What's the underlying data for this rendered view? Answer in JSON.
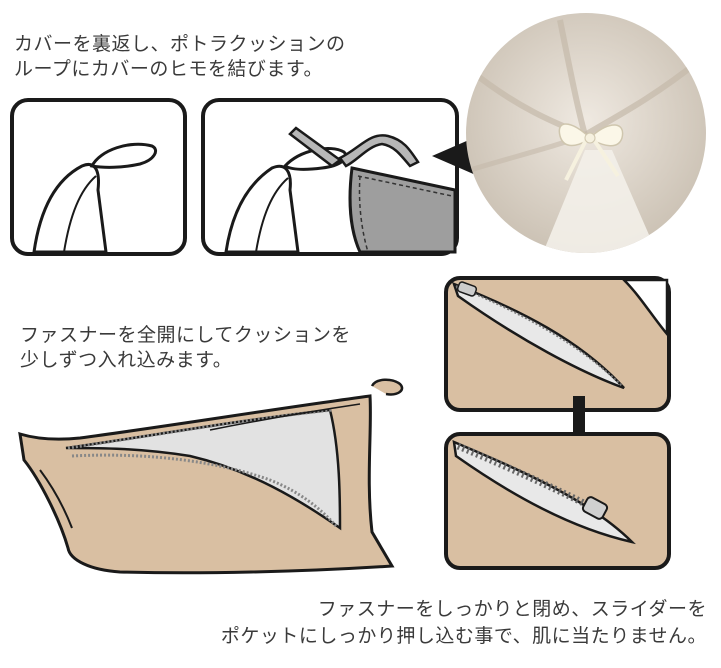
{
  "instructions": {
    "step1": {
      "line1": "カバーを裏返し、ポトラクッションの",
      "line2": "ループにカバーのヒモを結びます。"
    },
    "step2": {
      "line1": "ファスナーを全開にしてクッションを",
      "line2": "少しずつ入れ込みます。"
    },
    "step3": {
      "line1": "ファスナーをしっかりと閉め、スライダーを",
      "line2": "ポケットにしっかり押し込む事で、肌に当たりません。"
    }
  },
  "colors": {
    "cover_beige": "#d9bfa2",
    "cushion_gray": "#9e9e9e",
    "photo_fabric": "#e6dfd4",
    "outline": "#1a1a1a"
  }
}
